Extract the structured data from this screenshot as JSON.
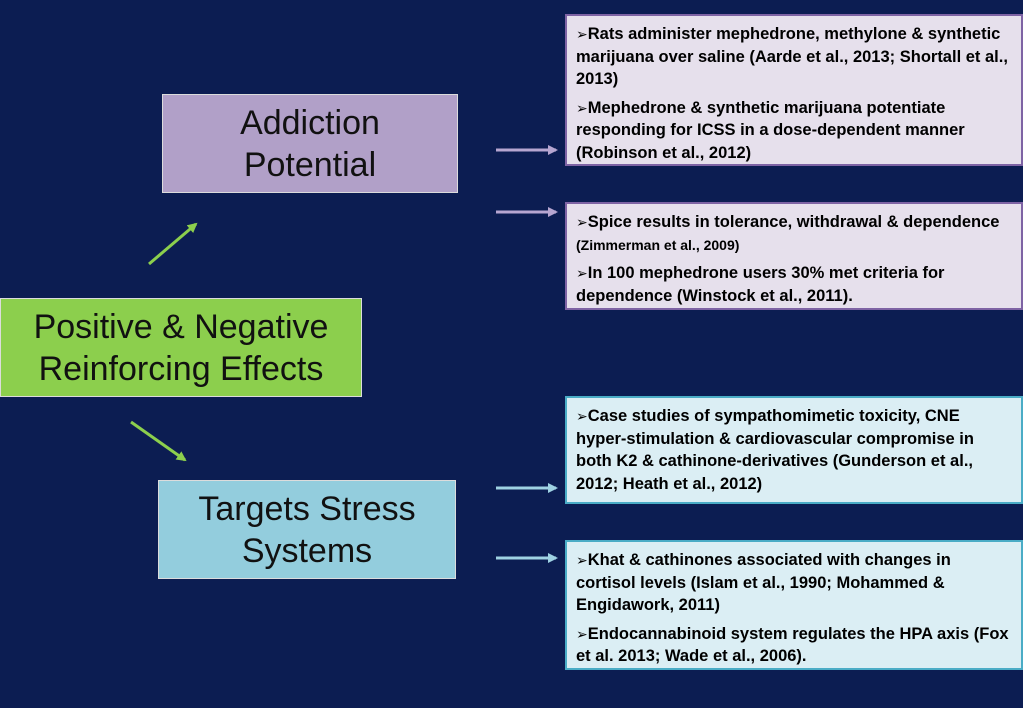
{
  "bullet_glyph": "➢",
  "colors": {
    "background": "#0c1d52",
    "addiction_fill": "#b1a0c8",
    "reinforcing_fill": "#8ccf4d",
    "stress_fill": "#93cddd",
    "purple_arrow": "#b7a6d1",
    "blue_arrow": "#9fd2e3",
    "green_arrow": "#8ccf4d"
  },
  "concepts": {
    "addiction": {
      "line1": "Addiction",
      "line2": "Potential"
    },
    "reinforcing": {
      "line1": "Positive & Negative",
      "line2": "Reinforcing Effects"
    },
    "stress": {
      "line1": "Targets Stress",
      "line2": "Systems"
    }
  },
  "evidence": {
    "box1": {
      "item1": "Rats administer mephedrone,  methylone & synthetic marijuana over saline (Aarde et al., 2013; Shortall et al., 2013)",
      "item2": "Mephedrone & synthetic marijuana potentiate responding for ICSS in a dose-dependent manner (Robinson et al., 2012)"
    },
    "box2": {
      "item1_main": "Spice results in tolerance, withdrawal & dependence ",
      "item1_citation": "(Zimmerman et al., 2009)",
      "item2": "In 100 mephedrone users 30% met  criteria for dependence (Winstock et al., 2011)."
    },
    "box3": {
      "item1": "Case studies of sympathomimetic toxicity, CNE hyper-stimulation & cardiovascular compromise in both K2 & cathinone-derivatives (Gunderson et al., 2012; Heath et al., 2012)"
    },
    "box4": {
      "item1": "Khat & cathinones associated with changes in cortisol levels (Islam et al., 1990; Mohammed & Engidawork, 2011)",
      "item2": "Endocannabinoid system regulates the HPA axis (Fox et al. 2013; Wade et al., 2006)."
    }
  }
}
